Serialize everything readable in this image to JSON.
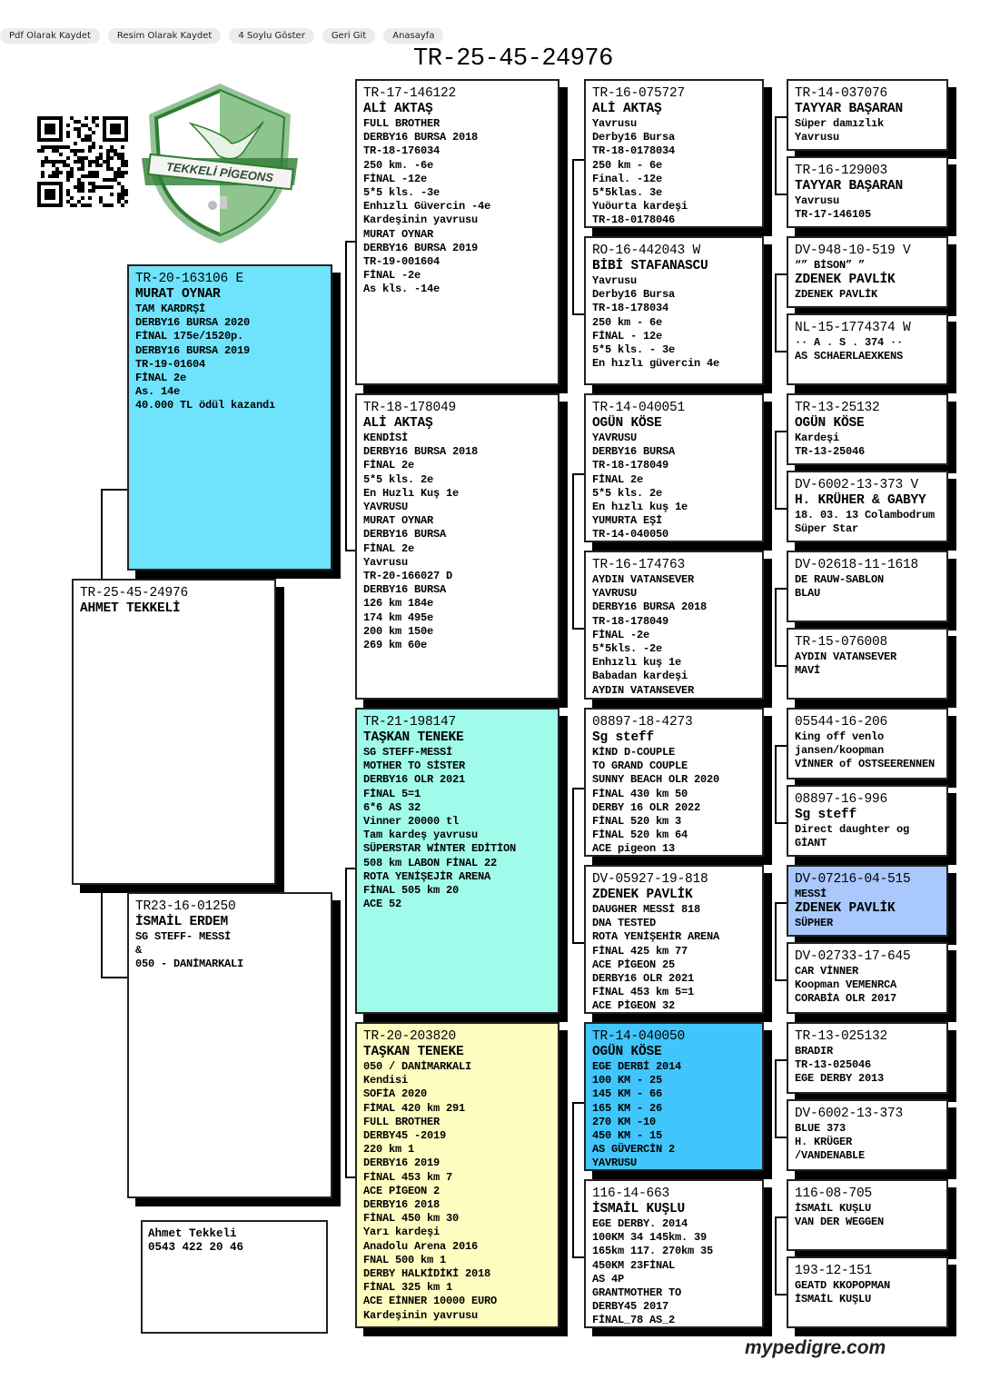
{
  "toolbar": {
    "buttons": [
      "Pdf Olarak Kaydet",
      "Resim Olarak Kaydet",
      "4 Soylu Göster",
      "Geri Git",
      "Anasayfa"
    ]
  },
  "title": "TR-25-45-24976",
  "logo": {
    "text": "TEKKELİ PİGEONS"
  },
  "colors": {
    "sire": "#6fe3fb",
    "gen3_c": "#a0fbea",
    "gen3_d": "#fefdc0",
    "gen4_g": "#41c6fb",
    "gen5_k": "#a9c8fc"
  },
  "subject": {
    "lines": [
      "TR-25-45-24976",
      "AHMET TEKKELİ"
    ],
    "big": [
      0,
      1
    ]
  },
  "sire": {
    "color": "#6fe3fb",
    "lines": [
      "TR-20-163106 E",
      "MURAT OYNAR",
      "TAM KARDRŞİ",
      "DERBY16 BURSA 2020",
      "FİNAL 175e/1520p.",
      "DERBY16 BURSA 2019",
      "TR-19-01604",
      "FİNAL  2e",
      "As.    14e",
      "40.000 TL ödül kazandı"
    ],
    "big": [
      0,
      1
    ]
  },
  "dam": {
    "lines": [
      "TR23-16-01250",
      "İSMAİL ERDEM",
      "SG STEFF- MESSİ",
      "&",
      "050 - DANİMARKALI"
    ],
    "big": [
      0,
      1
    ]
  },
  "gen3": [
    {
      "lines": [
        "TR-17-146122",
        "ALİ AKTAŞ",
        "FULL BROTHER",
        "DERBY16 BURSA 2018",
        "TR-18-176034",
        "250 km.  -6e",
        "FİNAL  -12e",
        "5*5 kls.  -3e",
        "Enhızlı Güvercin -4e",
        "Kardeşinin yavrusu",
        "MURAT OYNAR",
        "DERBY16 BURSA 2019",
        "TR-19-001604",
        "FİNAL -2e",
        "As kls. -14e"
      ],
      "big": [
        0,
        1
      ]
    },
    {
      "lines": [
        "TR-18-178049",
        "ALİ AKTAŞ",
        "KENDİSİ",
        "DERBY16 BURSA 2018",
        "FİNAL 2e",
        "5*5 kls. 2e",
        "En Huzlı Kuş 1e",
        "YAVRUSU",
        "MURAT OYNAR",
        "DERBY16 BURSA",
        "FİNAL 2e",
        "Yavrusu",
        "TR-20-166027 D",
        "DERBY16 BURSA",
        "126 km 184e",
        "174 km 495e",
        "200 km 150e",
        "269 km 60e"
      ],
      "big": [
        0,
        1
      ]
    },
    {
      "color": "#a0fbea",
      "lines": [
        "TR-21-198147",
        "TAŞKAN TENEKE",
        "SG STEFF-MESSİ",
        "MOTHER TO SİSTER",
        "DERBY16 OLR 2021",
        "FİNAL 5=1",
        "6*6 AS 32",
        "Vinner 20000 tl",
        "Tam kardeş yavrusu",
        "SÜPERSTAR WİNTER EDİTİON",
        "508 km LABON FİNAL 22",
        "ROTA YENİŞEJİR ARENA",
        "FİNAL 505 km 20",
        "ACE 52"
      ],
      "big": [
        0,
        1
      ]
    },
    {
      "color": "#fefdc0",
      "lines": [
        "TR-20-203820",
        "TAŞKAN TENEKE",
        "050 / DANİMARKALI",
        "Kendisi",
        "SOFİA 2020",
        "FİMAL 420 km 291",
        "FULL BROTHER",
        "DERBY45 -2019",
        "220 km 1",
        "DERBY16 2019",
        "FİNAL 453 km 7",
        "ACE PİGEON 2",
        "DERBY16 2018",
        "FİNAL 450 km 30",
        "Yarı kardeşi",
        "Anadolu Arena 2016",
        "FNAL 500 km 1",
        "DERBY HALKİDİKİ 2018",
        "FİNAL 325 km 1",
        "ACE EİNNER 10000 EURO",
        "Kardeşinin yavrusu"
      ],
      "big": [
        0,
        1
      ]
    }
  ],
  "gen4": [
    {
      "lines": [
        "TR-16-075727",
        "ALİ AKTAŞ",
        "Yavrusu",
        "Derby16 Bursa",
        "TR-18-0178034",
        "250 km  - 6e",
        "Final. -12e",
        "5*5klas. 3e",
        "Yuöurta kardeşi",
        "TR-18-0178046"
      ],
      "big": [
        0,
        1
      ]
    },
    {
      "lines": [
        "RO-16-442043 W",
        "BİBİ STAFANASCU",
        "Yavrusu",
        "Derby16 Bursa",
        "TR-18-178034",
        "250 km - 6e",
        "FİNAL - 12e",
        "5*5 kls. - 3e",
        "En hızlı güvercin 4e"
      ],
      "big": [
        0,
        1
      ]
    },
    {
      "lines": [
        "TR-14-040051",
        "OGÜN KÖSE",
        "YAVRUSU",
        "DERBY16 BURSA",
        "TR-18-178049",
        "FİNAL 2e",
        "5*5 kls. 2e",
        "En hızlı kuş 1e",
        "YUMURTA EŞİ",
        "TR-14-040050"
      ],
      "big": [
        0,
        1
      ]
    },
    {
      "lines": [
        "TR-16-174763",
        "AYDIN VATANSEVER",
        "YAVRUSU",
        "DERBY16 BURSA 2018",
        "TR-18-178049",
        "FİNAL -2e",
        "5*5kls. -2e",
        "Enhızlı kuş 1e",
        "Babadan kardeşi",
        "AYDIN VATANSEVER"
      ],
      "big": [
        0
      ]
    },
    {
      "lines": [
        "08897-18-4273",
        "Sg steff",
        "KİND D-COUPLE",
        "TO GRAND COUPLE",
        "SUNNY BEACH OLR 2020",
        "FİNAL 430 km 50",
        "DERBY 16 OLR 2022",
        "FİNAL 520 km 3",
        "FİNAL 520 km 64",
        "ACE pigeon 13"
      ],
      "big": [
        0,
        1
      ]
    },
    {
      "lines": [
        "DV-05927-19-818",
        "ZDENEK PAVLİK",
        "DAUGHER MESSİ 818",
        "DNA TESTED",
        "ROTA YENİŞEHİR ARENA",
        "FİNAL 425 km 77",
        "ACE PİGEON 25",
        "DERBY16 OLR 2021",
        "FİNAL 453 km 5=1",
        "ACE PİGEON 32"
      ],
      "big": [
        0,
        1
      ]
    },
    {
      "color": "#41c6fb",
      "lines": [
        "TR-14-040050",
        "OGÜN KÖSE",
        "EGE DERBİ 2014",
        "100 KM  - 25",
        "145 KM  - 66",
        "165 KM  - 26",
        "270 KM  -10",
        "450 KM  - 15",
        "AS GÜVERCİN  2",
        "YAVRUSU"
      ],
      "big": [
        0,
        1
      ]
    },
    {
      "lines": [
        "116-14-663",
        "İSMAİL KUŞLU",
        "EGE DERBY. 2014",
        "100KM 34 145km. 39",
        "165km 117. 270km 35",
        "450KM 23FİNAL",
        "AS 4P",
        "GRANTMOTHER TO",
        "DERBY45  2017",
        "FİNAL_78    AS_2"
      ],
      "big": [
        0,
        1
      ]
    }
  ],
  "gen5": [
    {
      "lines": [
        "TR-14-037076",
        "TAYYAR BAŞARAN",
        "Süper damızlık",
        "Yavrusu"
      ],
      "big": [
        0,
        1
      ]
    },
    {
      "lines": [
        "TR-16-129003",
        "TAYYAR BAŞARAN",
        "Yavrusu",
        "TR-17-146105"
      ],
      "big": [
        0,
        1
      ]
    },
    {
      "lines": [
        "DV-948-10-519 V",
        "“” BİSON” ”",
        "ZDENEK PAVLİK",
        "ZDENEK PAVLİK"
      ],
      "big": [
        0,
        2
      ]
    },
    {
      "lines": [
        "NL-15-1774374 W",
        "·· A . S . 374 ··",
        "AS SCHAERLAEXKENS"
      ],
      "big": [
        0
      ]
    },
    {
      "lines": [
        "TR-13-25132",
        "OGÜN KÖSE",
        "Kardeşi",
        "TR-13-25046"
      ],
      "big": [
        0,
        1
      ]
    },
    {
      "lines": [
        "DV-6002-13-373 V",
        "H. KRÜHER & GABYY",
        "18. 03. 13 Colambodrum",
        "Süper Star"
      ],
      "big": [
        0,
        1
      ]
    },
    {
      "lines": [
        "DV-02618-11-1618",
        "DE RAUW-SABLON",
        "BLAU"
      ],
      "big": [
        0
      ]
    },
    {
      "lines": [
        "TR-15-076008",
        "AYDIN VATANSEVER",
        "MAVİ"
      ],
      "big": [
        0
      ]
    },
    {
      "lines": [
        "05544-16-206",
        "King off venlo",
        "jansen/koopman",
        "VİNNER of OSTSEERENNEN"
      ],
      "big": [
        0
      ]
    },
    {
      "lines": [
        "08897-16-996",
        "Sg steff",
        "Direct daughter og",
        "GİANT"
      ],
      "big": [
        0,
        1
      ]
    },
    {
      "color": "#a9c8fc",
      "lines": [
        "DV-07216-04-515",
        "MESSİ",
        "ZDENEK PAVLİK",
        "SÜPHER"
      ],
      "big": [
        0,
        2
      ]
    },
    {
      "lines": [
        "DV-02733-17-645",
        "CAR VİNNER",
        "Koopman VEMENRCA",
        "CORABİA OLR 2017"
      ],
      "big": [
        0
      ]
    },
    {
      "lines": [
        "TR-13-025132",
        "BRADIR",
        "TR-13-025046",
        "EGE DERBY 2013"
      ],
      "big": [
        0
      ]
    },
    {
      "lines": [
        "DV-6002-13-373",
        "BLUE 373",
        "H. KRÜGER",
        "/VANDENABLE"
      ],
      "big": [
        0
      ]
    },
    {
      "lines": [
        "116-08-705",
        "İSMAİL KUŞLU",
        "VAN DER WEGGEN"
      ],
      "big": [
        0
      ]
    },
    {
      "lines": [
        "193-12-151",
        "GEATD KKOPOPMAN",
        "İSMAİL KUŞLU"
      ],
      "big": [
        0
      ]
    }
  ],
  "contact": {
    "name": "Ahmet Tekkeli",
    "phone": "0543 422 20 46"
  },
  "brand": "mypedigre.com"
}
